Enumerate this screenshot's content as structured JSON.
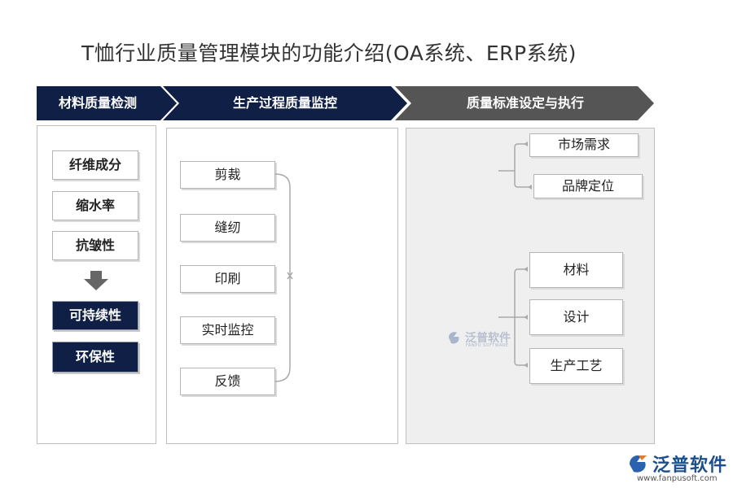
{
  "title": "T恤行业质量管理模块的功能介绍(OA系统、ERP系统)",
  "colors": {
    "header_dark": "#0f1f45",
    "header_gray": "#555555",
    "panel_gray": "#efefef"
  },
  "columns": [
    {
      "header": "材料质量检测",
      "items": [
        "纤维成分",
        "缩水率",
        "抗皱性"
      ],
      "highlight_items": [
        "可持续性",
        "环保性"
      ]
    },
    {
      "header": "生产过程质量监控",
      "items": [
        "剪裁",
        "缝纫",
        "印刷",
        "实时监控",
        "反馈"
      ]
    },
    {
      "header": "质量标准设定与执行",
      "group1": [
        "市场需求",
        "品牌定位"
      ],
      "group2": [
        "材料",
        "设计",
        "生产工艺"
      ]
    }
  ],
  "watermark": {
    "text": "泛普软件",
    "sub": "FANPU SOFTWARE"
  },
  "logo": {
    "text": "泛普软件",
    "url": "www.fanpusoft.com",
    "icon": "fanpu-logo-icon"
  }
}
